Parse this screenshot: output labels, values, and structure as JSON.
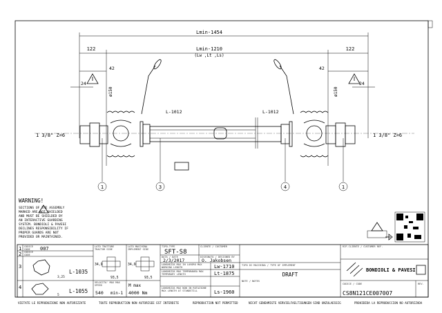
{
  "drawing": {
    "dim_total": "Lmin-1454",
    "dim_inner": "Lmin-1210",
    "dim_inner_sub": "(Lw ,Lt ,Ls)",
    "dim_left_122": "122",
    "dim_right_122": "122",
    "dim_left_42": "42",
    "dim_right_42": "42",
    "dim_left_24": "24",
    "dim_right_24": "24",
    "dim_left_dia": "ø150",
    "dim_right_dia": "ø150",
    "tube_left": "L-1012",
    "tube_right": "L-1012",
    "spline_left": "1 3/8\" Z=6",
    "spline_right": "1 3/8\" Z=6",
    "balloons": [
      "1",
      "3",
      "4",
      "1"
    ]
  },
  "warning": {
    "title": "WARNING!",
    "lines": [
      "SECTIONS      OF THE ASSEMBLY",
      "MARKED        ARE NOT SHIELDED",
      "AND MUST BE SHIELDED BY",
      "AN INTERACTIVE GUARDING",
      "SYSTEM. BONDIOLI & PAVESI",
      "DECLINES RESPONSIBILITY IF",
      "PROPER GUARDS ARE NOT",
      "PROVIDED OR MAINTAINED."
    ]
  },
  "title_block": {
    "rows": [
      {
        "num": "1",
        "label": "CODICE CODE",
        "value": "007"
      },
      {
        "num": "2",
        "label": "CODICE CODE",
        "value": ""
      },
      {
        "num": "3",
        "value": "L-1035",
        "dim": "3,25"
      },
      {
        "num": "4",
        "value": "L-1055",
        "dim": "5"
      }
    ],
    "tractor_side": {
      "label": "LATO TRATTORE TRACTOR SIDE",
      "d1": "34,9",
      "d2": "93,5"
    },
    "implement_side": {
      "label": "LATO MACCHINA IMPLEMENT SIDE",
      "d1": "34,9",
      "d2": "93,5"
    },
    "speed": {
      "label": "VELOCITA' MAX MAX SPEED",
      "value": "540",
      "unit": "min-1"
    },
    "torque": {
      "label": "M max",
      "value": "4000 Nm"
    },
    "type": {
      "label": "TIPO-TYPE",
      "value": "SFT-S8"
    },
    "client": {
      "label": "CLIENTE / CUSTOMER",
      "value": ""
    },
    "date": {
      "label": "DATA / DATE",
      "value": "2/3/2017"
    },
    "designer": {
      "label": "DISEGNATO / DESIGNED BY",
      "value": "O. Jakobsen"
    },
    "implement_type": {
      "label": "TIPO DI MACCHINA / TYPE OF IMPLEMENT",
      "value": "DRAFT"
    },
    "lw": {
      "label": "LUNGHEZZA MAX IN LAVORO MAX WORKING LENGTH",
      "value": "Lw-1710"
    },
    "lt": {
      "label": "LUNGHEZZA MAX TEMPORANEA MAX TEMPORARY LENGTH",
      "value": "Lt-1875"
    },
    "ls": {
      "label": "LUNGHEZZA MAX NON IN ROTAZIONE MAX LENGTH AT STANDSTILL",
      "value": "Ls-1960"
    },
    "notes": {
      "label": "NOTE / NOTES",
      "value": ""
    },
    "client_ref": {
      "label": "RIF.CLIENTE / CUSTOMER REF.",
      "value": ""
    },
    "logo": "BONDIOLI & PAVESI",
    "code": {
      "label": "CODICE / CODE",
      "value": "CS8N121CE007007"
    },
    "rev": {
      "label": "REV.",
      "value": ""
    }
  },
  "footer": [
    "VIETATE LE RIPRODUZIONI NON AUTORIZZATE",
    "TOUTE REPRODUCTION NON AUTORISEE EST INTERDITE",
    "REPRODUCTION NOT PERMITTED",
    "NICHT GENEHMIGTE VERVIELFAELTIGUNGEN SIND UNZULAESSIG",
    "PROHIBIDA LA REPRODUCCION NO AUTORIZADA"
  ]
}
